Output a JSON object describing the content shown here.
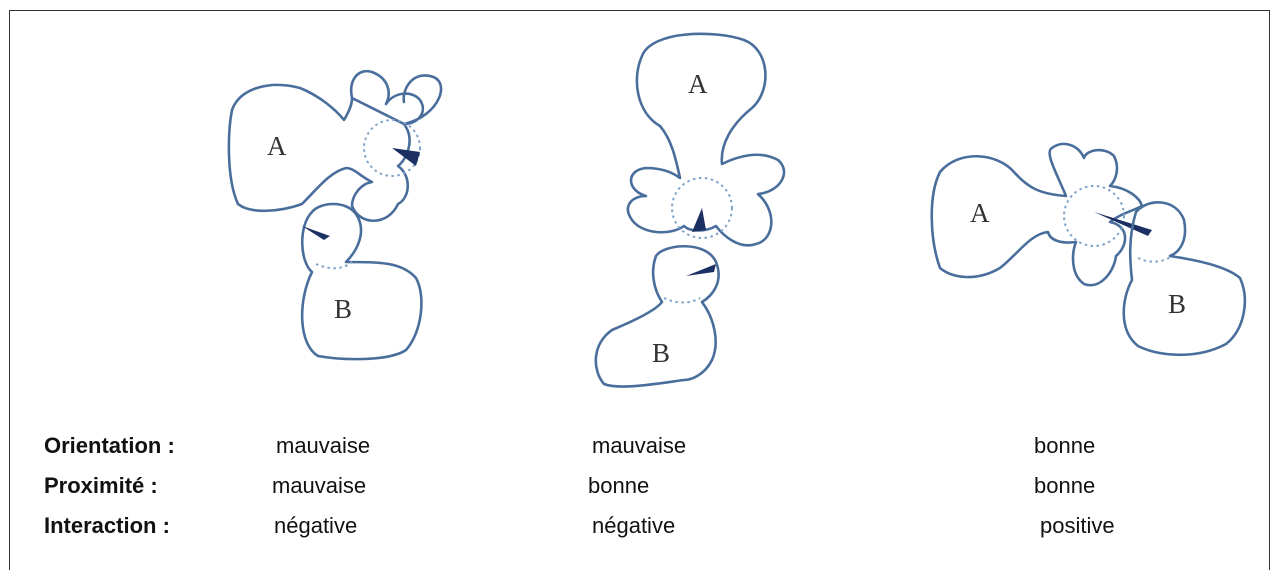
{
  "diagrams": [
    {
      "label_a": "A",
      "label_b": "B"
    },
    {
      "label_a": "A",
      "label_b": "B"
    },
    {
      "label_a": "A",
      "label_b": "B"
    }
  ],
  "rows": [
    {
      "header": "Orientation :",
      "values": [
        "mauvaise",
        "mauvaise",
        "bonne"
      ]
    },
    {
      "header": "Proximité :",
      "values": [
        "mauvaise",
        "bonne",
        "bonne"
      ]
    },
    {
      "header": "Interaction :",
      "values": [
        "négative",
        "négative",
        "positive"
      ]
    }
  ],
  "colors": {
    "outline": "#4a6e9c",
    "marker": "#1b2f63",
    "dotted": "#7fa3c8"
  }
}
